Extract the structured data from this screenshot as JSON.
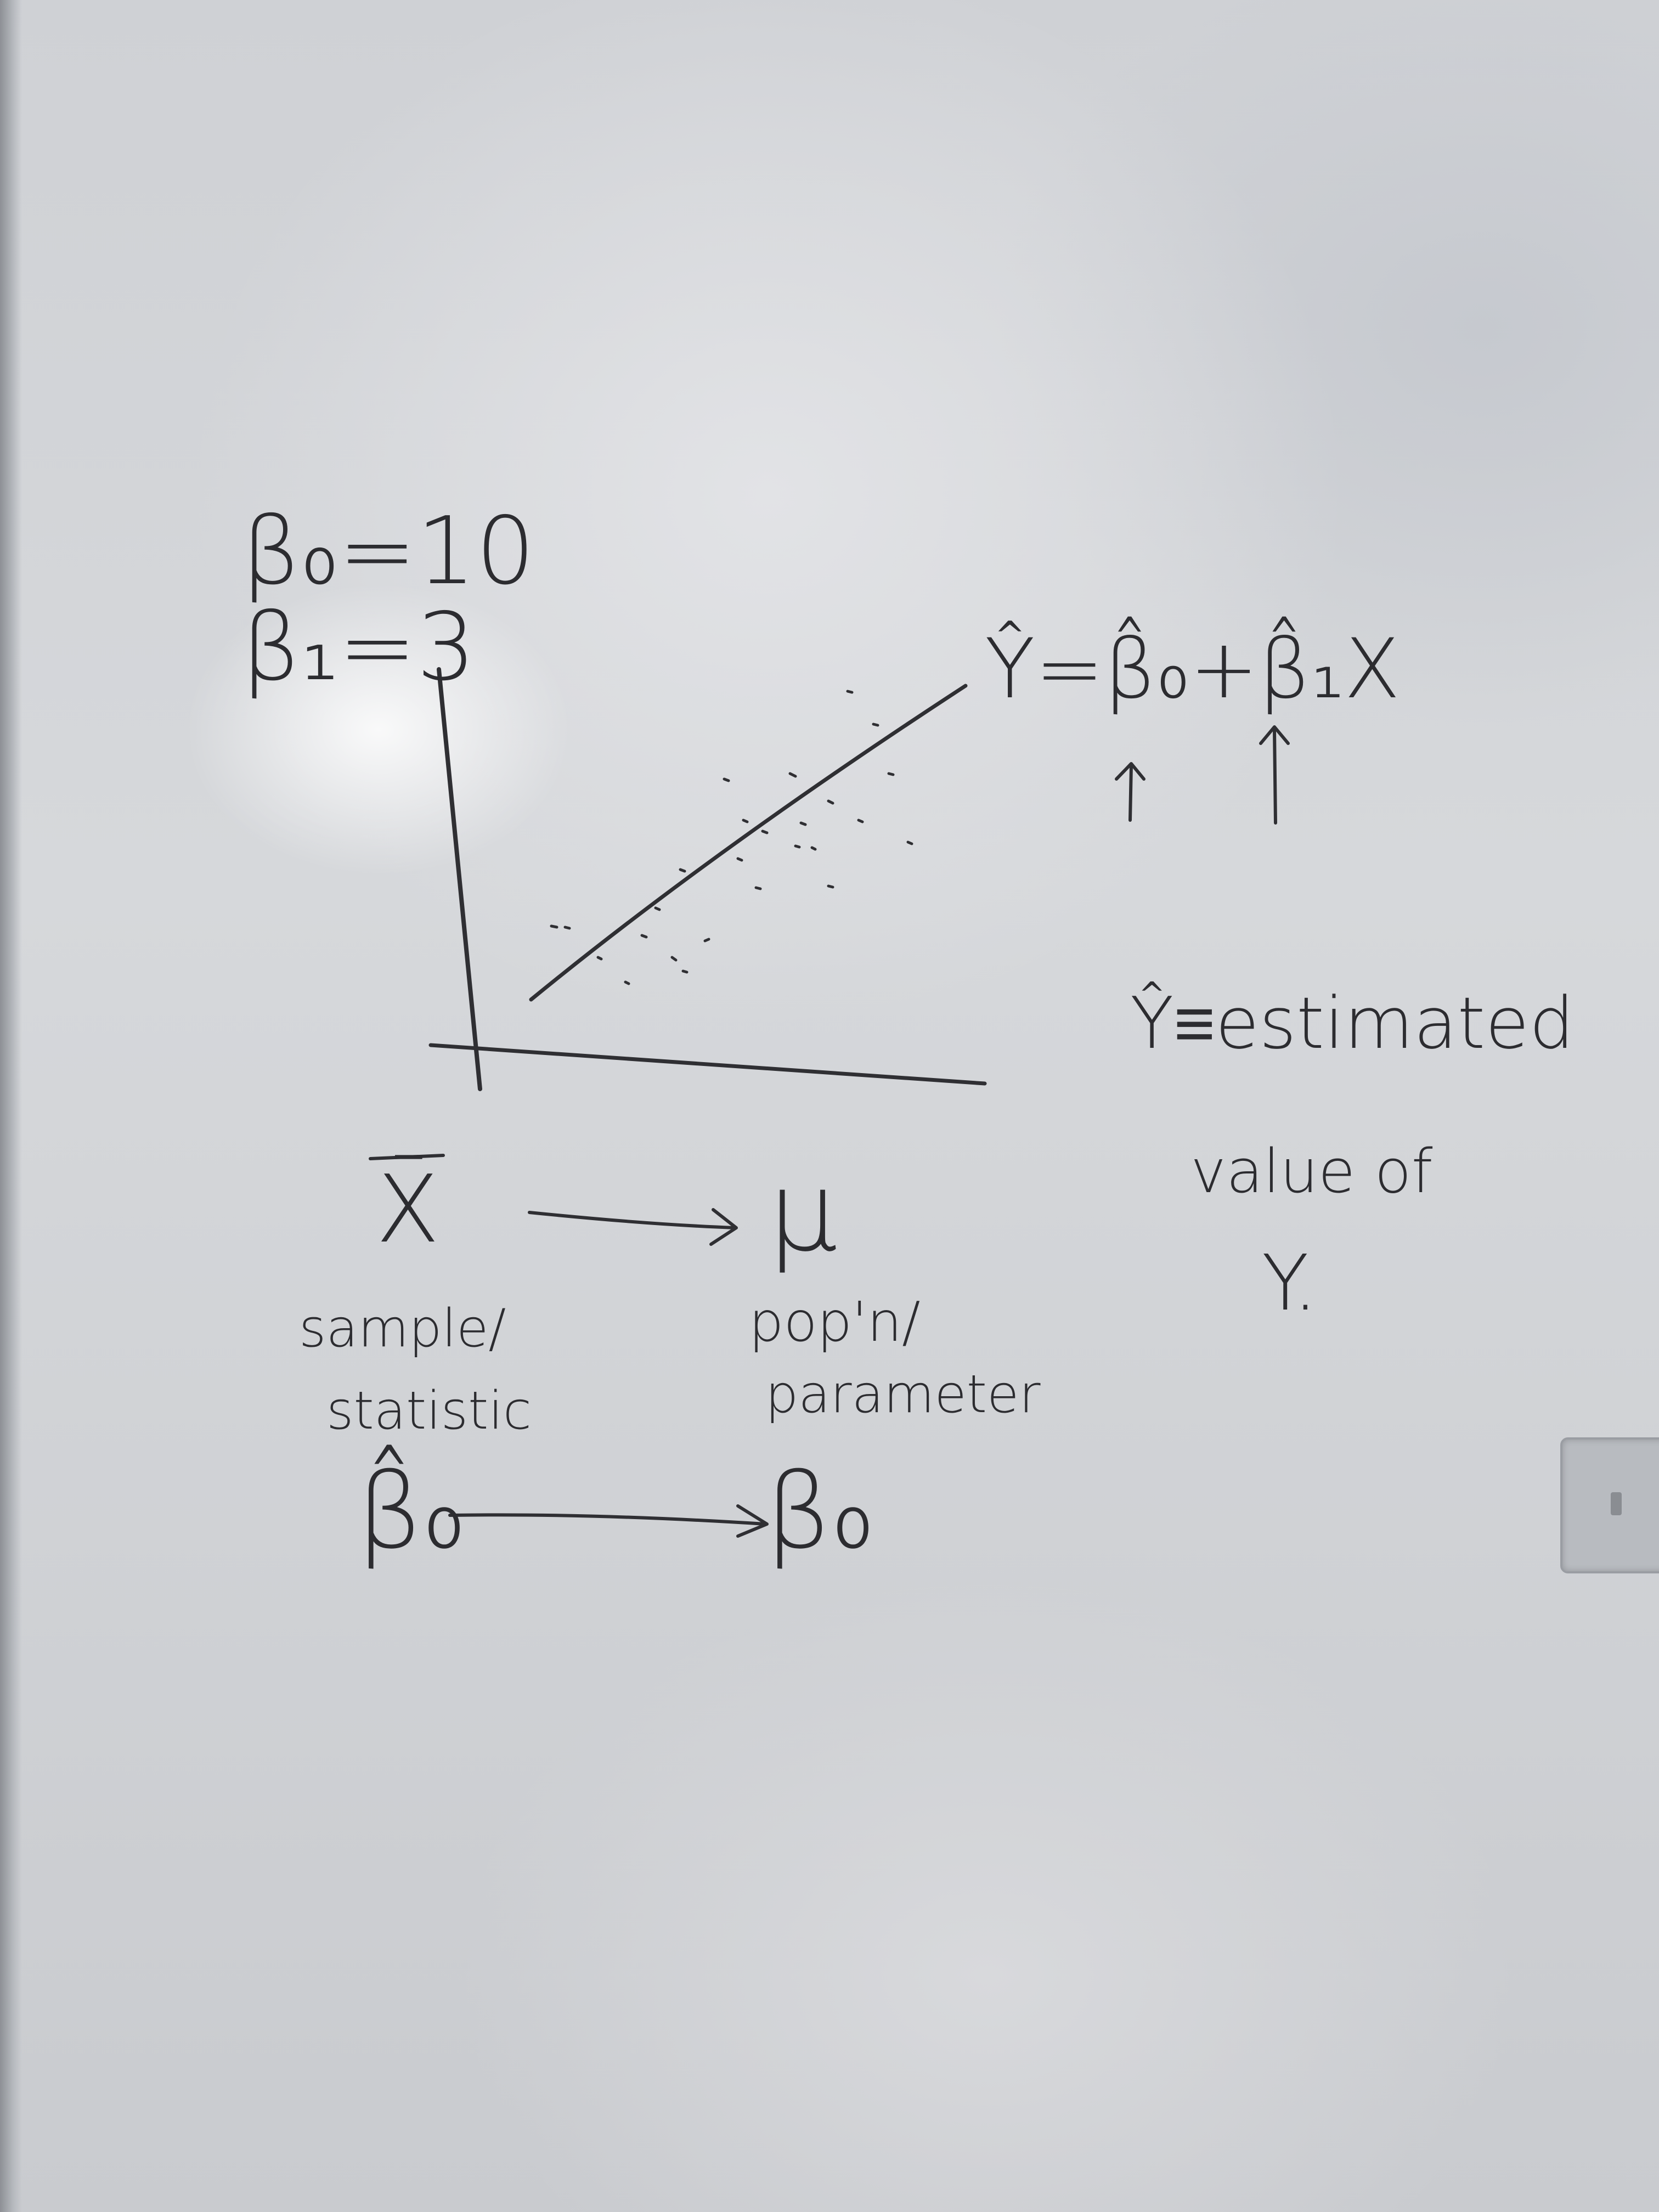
{
  "board": {
    "beta0_given": "β₀=10",
    "beta1_given": "β₁=3",
    "regression_equation": "Ŷ=β̂₀+β̂₁X",
    "yhat_definition_line1": "Ŷ≡estimated",
    "yhat_definition_line2": "value of",
    "yhat_definition_line3": "Y.",
    "xbar": "X̄",
    "mu": "μ",
    "sample_label_line1": "sample/",
    "sample_label_line2": "statistic",
    "pop_label_line1": "pop'n/",
    "pop_label_line2": "parameter",
    "beta0_hat": "β̂₀",
    "beta0": "β₀"
  }
}
